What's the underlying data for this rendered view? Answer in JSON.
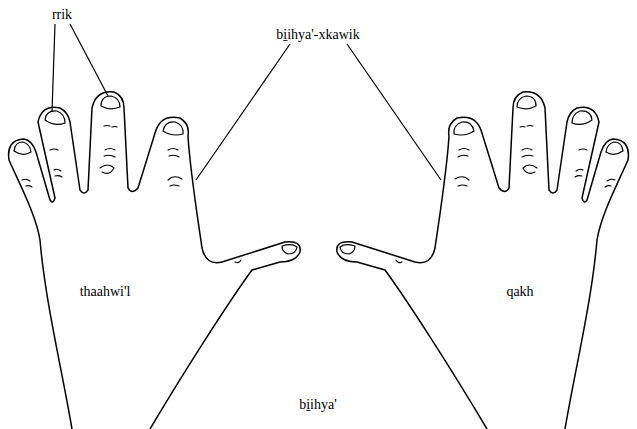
{
  "diagram": {
    "labels": [
      "rrik",
      "bi̱ihya'-xkawik",
      "thaahwi'l",
      "qakh",
      "bi̱ihya'"
    ]
  }
}
